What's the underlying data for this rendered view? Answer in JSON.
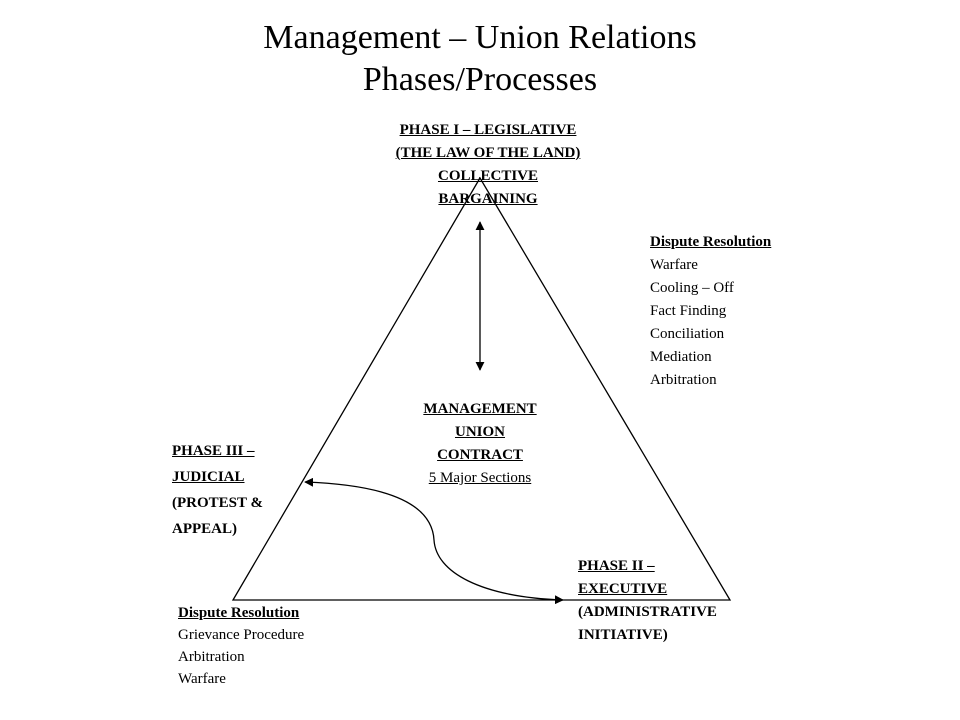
{
  "title": {
    "line1": "Management – Union Relations",
    "line2": "Phases/Processes"
  },
  "phase1": {
    "lines": [
      "PHASE I – LEGISLATIVE",
      "(THE LAW OF THE LAND)",
      "COLLECTIVE",
      "BARGAINING"
    ]
  },
  "dispute_right": {
    "heading": "Dispute Resolution",
    "items": [
      "Warfare",
      "Cooling – Off",
      "Fact Finding",
      "Conciliation",
      "Mediation",
      "Arbitration"
    ]
  },
  "contract": {
    "lines": [
      "MANAGEMENT",
      "UNION",
      "CONTRACT"
    ],
    "sub": "5 Major Sections"
  },
  "phase3": {
    "lines": [
      "PHASE III –",
      "JUDICIAL",
      "(PROTEST &",
      "APPEAL)"
    ]
  },
  "phase2": {
    "lines": [
      "PHASE II –",
      "EXECUTIVE",
      "(ADMINISTRATIVE",
      "INITIATIVE)"
    ]
  },
  "dispute_left": {
    "heading": "Dispute Resolution",
    "items": [
      "Grievance Procedure",
      "Arbitration",
      "Warfare"
    ]
  }
}
